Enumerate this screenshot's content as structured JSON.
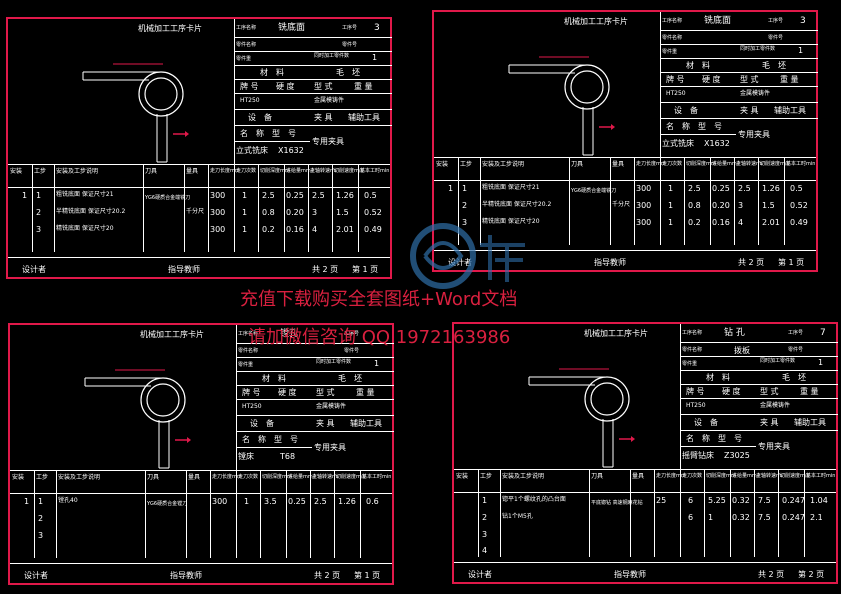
{
  "cards": [
    {
      "title": "机械加工工序卡片",
      "proc_name_label": "工序名称",
      "proc_name": "铣底面",
      "proc_no_label": "工序号",
      "proc_no": "3",
      "part_name_label": "零件名称",
      "part_name": "",
      "part_no_label": "零件号",
      "part_wt_label": "零件重",
      "same_label": "同时加工零件数",
      "same_val": "1",
      "mat_label": "材　料",
      "blank_label": "毛　坯",
      "mark_label": "牌 号",
      "hard_label": "硬 度",
      "type_label": "型 式",
      "wt_label": "重 量",
      "mark_val": "HT250",
      "type_val": "金属模铸件",
      "equip_label": "设　备",
      "fixture_label": "夹 具",
      "tool_label": "辅助工具",
      "name_label": "名　称",
      "model_label": "型　号",
      "equip_name": "立式铣床",
      "equip_model": "X1632",
      "fixture_val": "专用夹具",
      "head": [
        "安装",
        "工步",
        "安装及工步说明",
        "刀具",
        "量具",
        "走刀长度mm",
        "走刀次数",
        "切削深度mm",
        "进给量mm/r",
        "主轴转速r/s",
        "切削速度m/s",
        "基本工时min"
      ],
      "install": "1",
      "steps": [
        "1",
        "2",
        "3"
      ],
      "desc": [
        "粗铣底面 保证尺寸21",
        "半精铣底面 保证尺寸20.2",
        "精铣底面 保证尺寸20"
      ],
      "cutter": "YG6硬质合金端铣刀",
      "gauge": "千分尺",
      "lens": [
        "300",
        "300",
        "300"
      ],
      "times": [
        "1",
        "1",
        "1"
      ],
      "depth": [
        "2.5",
        "0.8",
        "0.2"
      ],
      "feed": [
        "0.25",
        "0.20",
        "0.16"
      ],
      "speed": [
        "2.5",
        "3",
        "4"
      ],
      "vel": [
        "1.26",
        "1.5",
        "2.01"
      ],
      "tm": [
        "0.5",
        "0.52",
        "0.49"
      ],
      "designer": "设计者",
      "teacher": "指导教师",
      "total": "共 2 页",
      "page": "第 1 页"
    },
    {
      "title": "机械加工工序卡片",
      "proc_name_label": "工序名称",
      "proc_name": "铣底面",
      "proc_no_label": "工序号",
      "proc_no": "3",
      "part_name_label": "零件名称",
      "part_name": "",
      "part_no_label": "零件号",
      "part_wt_label": "零件重",
      "same_label": "同时加工零件数",
      "same_val": "1",
      "mat_label": "材　料",
      "blank_label": "毛　坯",
      "mark_label": "牌 号",
      "hard_label": "硬 度",
      "type_label": "型 式",
      "wt_label": "重 量",
      "mark_val": "HT250",
      "type_val": "金属模铸件",
      "equip_label": "设　备",
      "fixture_label": "夹 具",
      "tool_label": "辅助工具",
      "name_label": "名　称",
      "model_label": "型　号",
      "equip_name": "立式铣床",
      "equip_model": "X1632",
      "fixture_val": "专用夹具",
      "head": [
        "安装",
        "工步",
        "安装及工步说明",
        "刀具",
        "量具",
        "走刀长度mm",
        "走刀次数",
        "切削深度mm",
        "进给量mm/r",
        "主轴转速r/s",
        "切削速度m/s",
        "基本工时min"
      ],
      "install": "1",
      "steps": [
        "1",
        "2",
        "3"
      ],
      "desc": [
        "粗铣底面 保证尺寸21",
        "半精铣底面 保证尺寸20.2",
        "精铣底面 保证尺寸20"
      ],
      "cutter": "YG6硬质合金端铣刀",
      "gauge": "千分尺",
      "lens": [
        "300",
        "300",
        "300"
      ],
      "times": [
        "1",
        "1",
        "1"
      ],
      "depth": [
        "2.5",
        "0.8",
        "0.2"
      ],
      "feed": [
        "0.25",
        "0.20",
        "0.16"
      ],
      "speed": [
        "2.5",
        "3",
        "4"
      ],
      "vel": [
        "1.26",
        "1.5",
        "2.01"
      ],
      "tm": [
        "0.5",
        "0.52",
        "0.49"
      ],
      "designer": "设计者",
      "teacher": "指导教师",
      "total": "共 2 页",
      "page": "第 1 页"
    },
    {
      "title": "机械加工工序卡片",
      "proc_name_label": "工序名称",
      "proc_name": "镗孔",
      "proc_no_label": "工序号",
      "proc_no": "",
      "part_name_label": "零件名称",
      "part_name": "",
      "part_no_label": "零件号",
      "part_wt_label": "零件重",
      "same_label": "同时加工零件数",
      "same_val": "1",
      "mat_label": "材　料",
      "blank_label": "毛　坯",
      "mark_label": "牌 号",
      "hard_label": "硬 度",
      "type_label": "型 式",
      "wt_label": "重 量",
      "mark_val": "HT250",
      "type_val": "金属模铸件",
      "equip_label": "设　备",
      "fixture_label": "夹 具",
      "tool_label": "辅助工具",
      "name_label": "名　称",
      "model_label": "型　号",
      "equip_name": "镗床",
      "equip_model": "T68",
      "fixture_val": "专用夹具",
      "head": [
        "安装",
        "工步",
        "安装及工步说明",
        "刀具",
        "量具",
        "走刀长度mm",
        "走刀次数",
        "切削深度mm",
        "进给量mm/r",
        "主轴转速r/s",
        "切削速度m/s",
        "基本工时min"
      ],
      "install": "1",
      "steps": [
        "1",
        "2",
        "3"
      ],
      "desc": [
        "镗孔40",
        "",
        ""
      ],
      "cutter": "YG6硬质合金镗刀",
      "gauge": "",
      "lens": [
        "300",
        "",
        ""
      ],
      "times": [
        "1",
        "",
        ""
      ],
      "depth": [
        "3.5",
        "",
        ""
      ],
      "feed": [
        "0.25",
        "",
        ""
      ],
      "speed": [
        "2.5",
        "",
        ""
      ],
      "vel": [
        "1.26",
        "",
        ""
      ],
      "tm": [
        "0.6",
        "",
        ""
      ],
      "designer": "设计者",
      "teacher": "指导教师",
      "total": "共 2 页",
      "page": "第 1 页"
    },
    {
      "title": "机械加工工序卡片",
      "proc_name_label": "工序名称",
      "proc_name": "钻 孔",
      "proc_no_label": "工序号",
      "proc_no": "7",
      "part_name_label": "零件名称",
      "part_name": "拨板",
      "part_no_label": "零件号",
      "part_wt_label": "零件重",
      "same_label": "同时加工零件数",
      "same_val": "1",
      "mat_label": "材　料",
      "blank_label": "毛　坯",
      "mark_label": "牌 号",
      "hard_label": "硬 度",
      "type_label": "型 式",
      "wt_label": "重 量",
      "mark_val": "HT250",
      "type_val": "金属模铸件",
      "equip_label": "设　备",
      "fixture_label": "夹 具",
      "tool_label": "辅助工具",
      "name_label": "名　称",
      "model_label": "型　号",
      "equip_name": "摇臂钻床",
      "equip_model": "Z3025",
      "fixture_val": "专用夹具",
      "head": [
        "安装",
        "工步",
        "安装及工步说明",
        "刀具",
        "量具",
        "走刀长度mm",
        "走刀次数",
        "切削深度mm",
        "进给量mm/r",
        "主轴转速r/s",
        "切削速度m/s",
        "基本工时min"
      ],
      "install": "",
      "steps": [
        "1",
        "2",
        "3",
        "4"
      ],
      "desc": [
        "锪平1个螺纹孔的凸台面",
        "钻1个M5孔",
        "",
        ""
      ],
      "cutter": "平底锪钻 高速钢麻花钻",
      "gauge": "",
      "lens": [
        "25",
        "",
        "",
        ""
      ],
      "times": [
        "6",
        "6",
        "",
        ""
      ],
      "depth": [
        "5.25",
        "1",
        "",
        ""
      ],
      "feed": [
        "0.32",
        "0.32",
        "",
        ""
      ],
      "speed": [
        "7.5",
        "7.5",
        "",
        ""
      ],
      "vel": [
        "0.247",
        "0.247",
        "",
        ""
      ],
      "tm": [
        "1.04",
        "2.1",
        "",
        ""
      ],
      "designer": "设计者",
      "teacher": "指导教师",
      "total": "共 2 页",
      "page": "第 2 页"
    }
  ],
  "watermark": {
    "line1": "充值下载购买全套图纸+Word文档",
    "line2": "请加微信咨询 QQ 1972163986",
    "color": "#d9203f"
  },
  "frame_color": "#e0194a"
}
